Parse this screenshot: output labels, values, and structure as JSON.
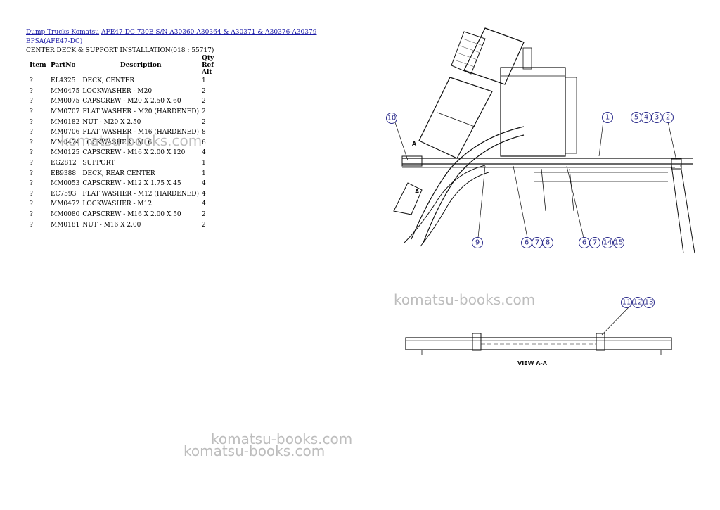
{
  "breadcrumb": {
    "link1": "Dump Trucks Komatsu",
    "link2": "AFE47-DC 730E S/N A30360-A30364 & A30371 & A30376-A30379",
    "link3": "EPSA(AFE47-DC)"
  },
  "subtitle": "CENTER DECK & SUPPORT INSTALLATION(018 : 55717)",
  "table": {
    "headers": {
      "item": "Item",
      "part": "PartNo",
      "desc": "Description",
      "qty": "Qty Ref Alt"
    },
    "rows": [
      {
        "item": "?",
        "part": "EL4325",
        "desc": "DECK, CENTER",
        "qty": "1"
      },
      {
        "item": "?",
        "part": "MM0475",
        "desc": "LOCKWASHER - M20",
        "qty": "2"
      },
      {
        "item": "?",
        "part": "MM0075",
        "desc": "CAPSCREW - M20 X 2.50 X 60",
        "qty": "2"
      },
      {
        "item": "?",
        "part": "MM0707",
        "desc": "FLAT WASHER - M20 (HARDENED)",
        "qty": "2"
      },
      {
        "item": "?",
        "part": "MM0182",
        "desc": "NUT - M20 X 2.50",
        "qty": "2"
      },
      {
        "item": "?",
        "part": "MM0706",
        "desc": "FLAT WASHER - M16 (HARDENED)",
        "qty": "8"
      },
      {
        "item": "?",
        "part": "MM0474",
        "desc": "LOCKWASHER - M16",
        "qty": "6"
      },
      {
        "item": "?",
        "part": "MM0125",
        "desc": "CAPSCREW - M16 X 2.00 X 120",
        "qty": "4"
      },
      {
        "item": "?",
        "part": "EG2812",
        "desc": "SUPPORT",
        "qty": "1"
      },
      {
        "item": "?",
        "part": "EB9388",
        "desc": "DECK, REAR CENTER",
        "qty": "1"
      },
      {
        "item": "?",
        "part": "MM0053",
        "desc": "CAPSCREW - M12 X 1.75 X 45",
        "qty": "4"
      },
      {
        "item": "?",
        "part": "EC7593",
        "desc": "FLAT WASHER - M12 (HARDENED)",
        "qty": "4"
      },
      {
        "item": "?",
        "part": "MM0472",
        "desc": "LOCKWASHER - M12",
        "qty": "4"
      },
      {
        "item": "?",
        "part": "MM0080",
        "desc": "CAPSCREW - M16 X 2.00 X 50",
        "qty": "2"
      },
      {
        "item": "?",
        "part": "MM0181",
        "desc": "NUT - M16 X 2.00",
        "qty": "2"
      }
    ]
  },
  "watermark": "komatsu-books.com",
  "diagram": {
    "callouts_top": [
      "10",
      "1",
      "5",
      "4",
      "3",
      "2",
      "9",
      "6",
      "7",
      "8",
      "6",
      "7",
      "14",
      "15"
    ],
    "callouts_view": [
      "11",
      "12",
      "13"
    ],
    "section_label": "A",
    "view_label": "VIEW A-A"
  }
}
